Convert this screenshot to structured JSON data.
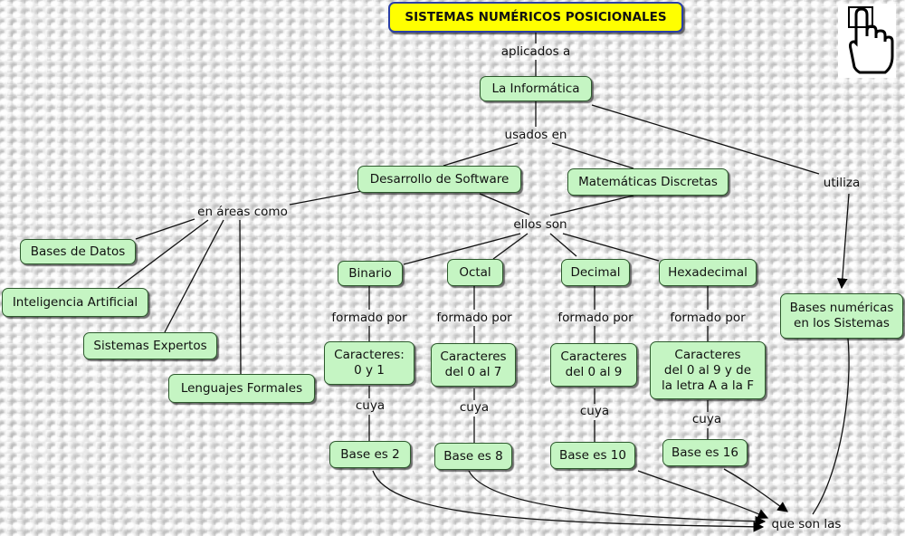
{
  "title": "SISTEMAS NUMÉRICOS POSICIONALES",
  "nodes": {
    "informatica": "La Informática",
    "desarrollo": "Desarrollo de Software",
    "matematicas": "Matemáticas Discretas",
    "bases_datos": "Bases de Datos",
    "ia": "Inteligencia Artificial",
    "expertos": "Sistemas Expertos",
    "lenguajes": "Lenguajes Formales",
    "binario": "Binario",
    "octal": "Octal",
    "decimal": "Decimal",
    "hexadecimal": "Hexadecimal",
    "car_binario": "Caracteres:\n0 y 1",
    "car_octal": "Caracteres\ndel 0 al 7",
    "car_decimal": "Caracteres\ndel 0 al 9",
    "car_hex": "Caracteres\ndel 0 al 9 y de\nla letra A a la F",
    "base2": "Base es 2",
    "base8": "Base es 8",
    "base10": "Base es 10",
    "base16": "Base es 16",
    "bases_numericas": "Bases numéricas\nen los Sistemas"
  },
  "links": {
    "aplicados_a": "aplicados a",
    "usados_en": "usados en",
    "en_areas_como": "en áreas como",
    "ellos_son": "ellos son",
    "utiliza": "utiliza",
    "formado_por_1": "formado por",
    "formado_por_2": "formado por",
    "formado_por_3": "formado por",
    "formado_por_4": "formado por",
    "cuya_1": "cuya",
    "cuya_2": "cuya",
    "cuya_3": "cuya",
    "cuya_4": "cuya",
    "que_son_las": "que son las"
  },
  "icons": {
    "corner": "pointing-hand-icon"
  },
  "colors": {
    "node_fill": "#c5f5c3",
    "title_fill": "#ffff00",
    "title_border": "#2b3fa6"
  }
}
